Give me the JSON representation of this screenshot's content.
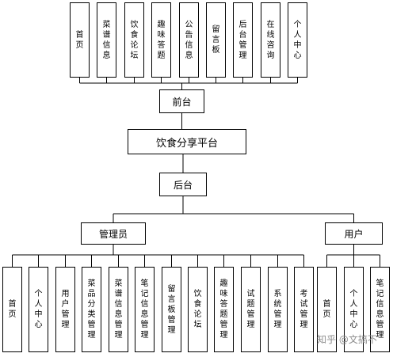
{
  "root": {
    "label": "饮食分享平台"
  },
  "front": {
    "label": "前台",
    "items": [
      "首页",
      "菜谱信息",
      "饮食论坛",
      "趣味答题",
      "公告信息",
      "留言板",
      "后台管理",
      "在线咨询",
      "个人中心"
    ]
  },
  "back": {
    "label": "后台"
  },
  "admin": {
    "label": "管理员",
    "items": [
      "首页",
      "个人中心",
      "用户管理",
      "菜品分类管理",
      "菜谱信息管理",
      "笔记信息管理",
      "留言板管理",
      "饮食论坛",
      "趣味答题管理",
      "试题管理",
      "系统管理",
      "考试管理"
    ]
  },
  "user": {
    "label": "用户",
    "items": [
      "首页",
      "个人中心",
      "笔记信息管理"
    ]
  },
  "watermark": {
    "text": "知乎 @文搞不"
  }
}
